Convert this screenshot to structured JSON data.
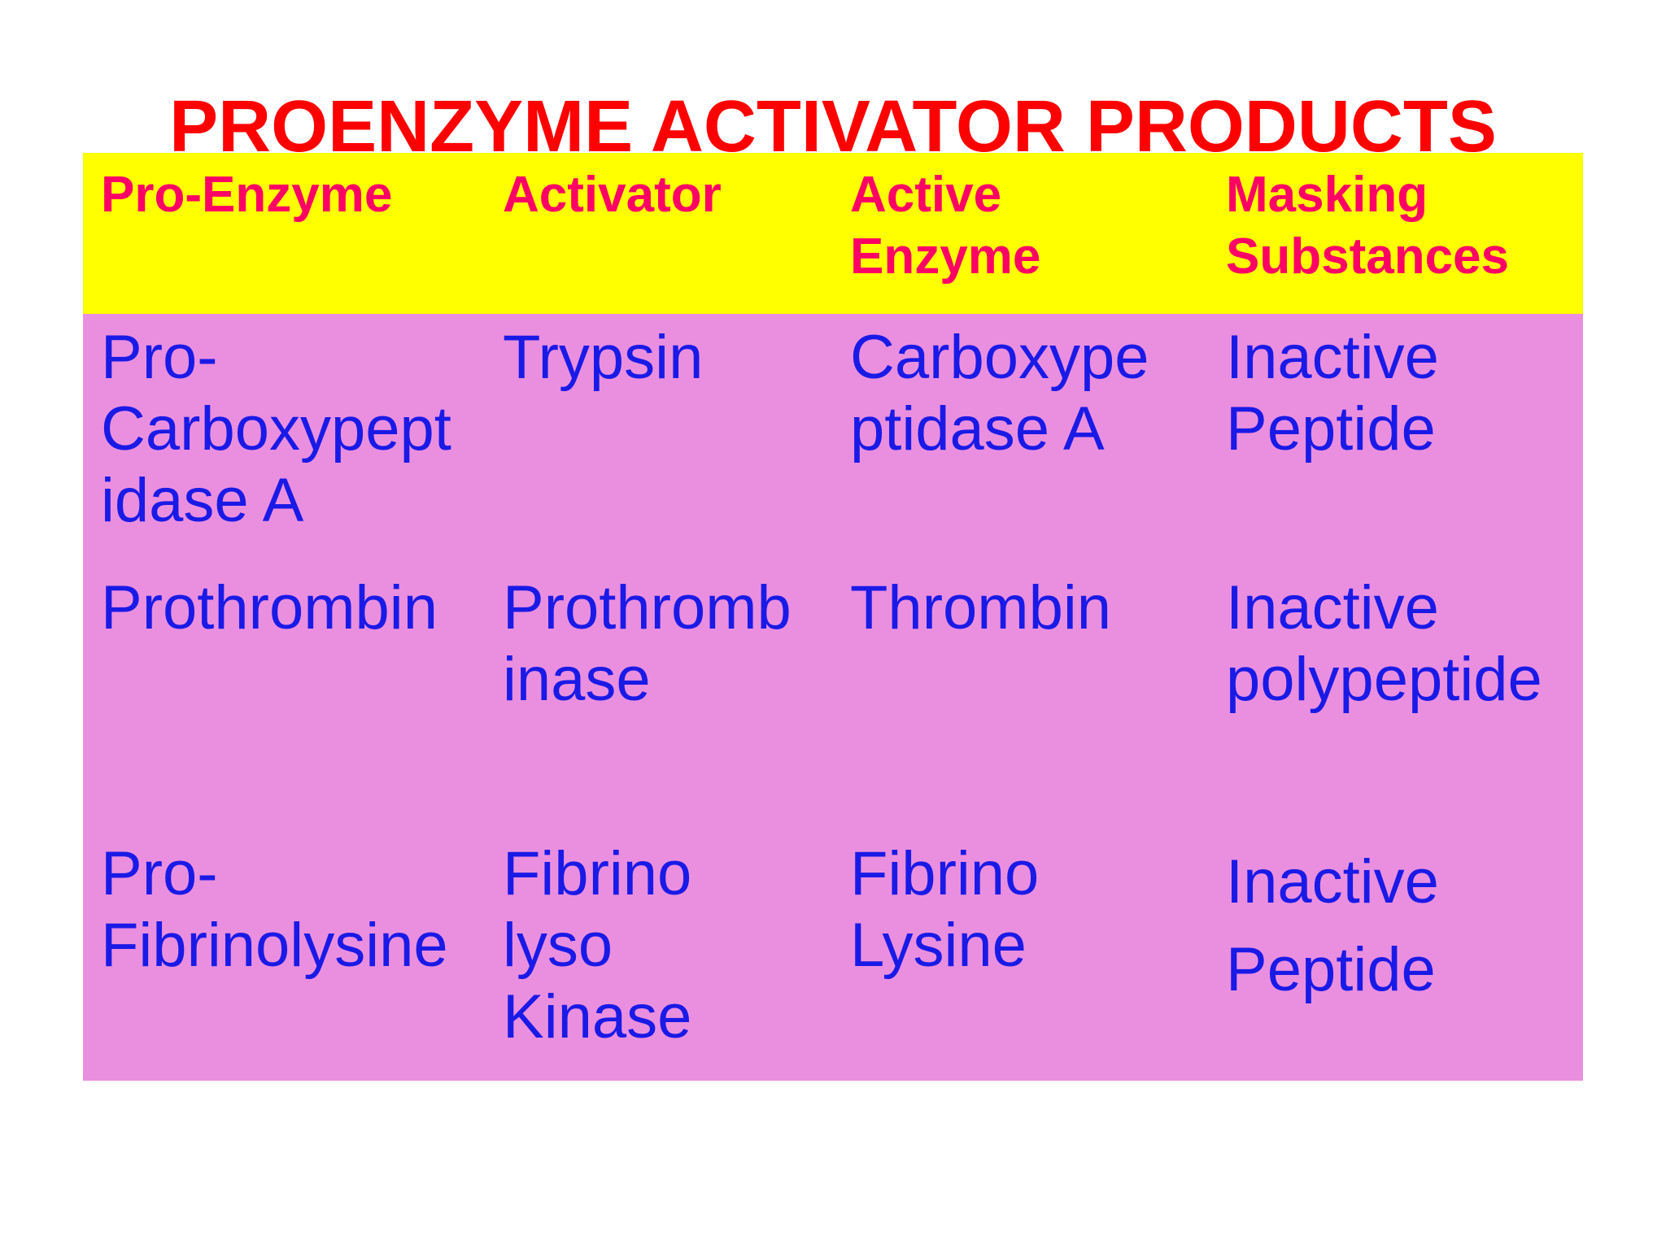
{
  "title": "PROENZYME ACTIVATOR PRODUCTS",
  "table": {
    "headers": [
      "Pro-Enzyme",
      "Activator",
      "Active\nEnzyme",
      "Masking\nSubstances"
    ],
    "rows": [
      [
        "Pro-\nCarboxypept\nidase A",
        "Trypsin",
        "Carboxype\nptidase A",
        "Inactive\nPeptide"
      ],
      [
        "Prothrombin",
        "Prothromb\ninase",
        "Thrombin",
        "Inactive\npolypeptide"
      ],
      [
        "Pro-\nFibrinolysine",
        "Fibrino\nlyso\nKinase",
        "Fibrino\nLysine",
        "Inactive\nPeptide"
      ]
    ]
  },
  "colors": {
    "title": "#ff0000",
    "header_background": "#ffff00",
    "header_text": "#ff0066",
    "body_background": "#ea8fdf",
    "body_text": "#1a1ae6"
  }
}
